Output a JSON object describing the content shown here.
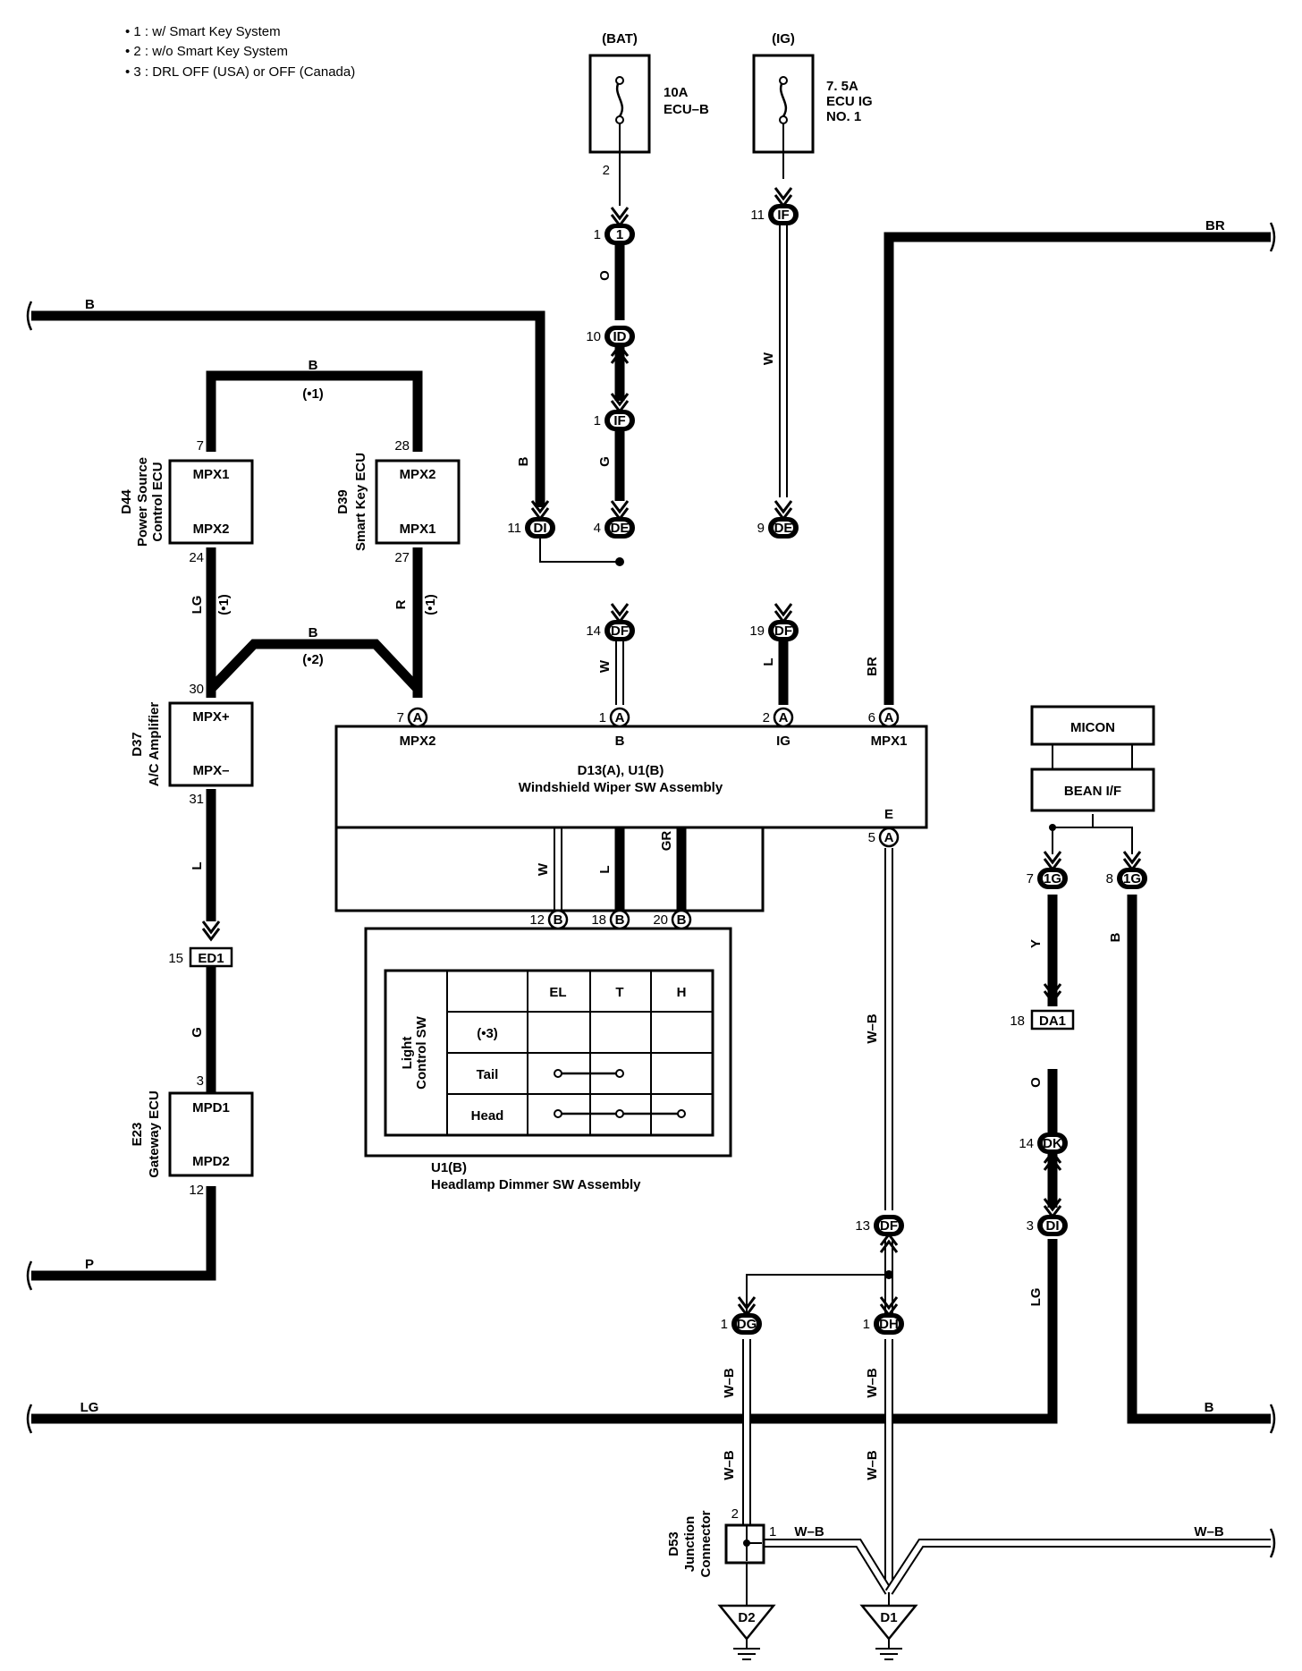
{
  "notes": [
    "• 1 : w/ Smart Key System",
    "• 2 : w/o Smart Key System",
    "• 3 : DRL OFF (USA) or OFF (Canada)"
  ],
  "fuses": {
    "bat": {
      "header": "(BAT)",
      "rating": "10A",
      "name": "ECU–B",
      "pin": "2"
    },
    "ig": {
      "header": "(IG)",
      "rating": "7. 5A",
      "name1": "ECU IG",
      "name2": "NO. 1"
    }
  },
  "ecus": {
    "d44": {
      "id": "D44",
      "name1": "Power Source",
      "name2": "Control ECU",
      "pin_top": "MPX1",
      "pin_bot": "MPX2",
      "num_top": "7",
      "num_bot": "24"
    },
    "d39": {
      "id": "D39",
      "name": "Smart Key ECU",
      "pin_top": "MPX2",
      "pin_bot": "MPX1",
      "num_top": "28",
      "num_bot": "27"
    },
    "d37": {
      "id": "D37",
      "name": "A/C Amplifier",
      "pin_top": "MPX+",
      "pin_bot": "MPX–",
      "num_top": "30",
      "num_bot": "31"
    },
    "e23": {
      "id": "E23",
      "name": "Gateway ECU",
      "pin_top": "MPD1",
      "pin_bot": "MPD2",
      "num_top": "3",
      "num_bot": "12"
    }
  },
  "wiper": {
    "title1": "D13(A), U1(B)",
    "title2": "Windshield Wiper SW Assembly",
    "pins": [
      "MPX2",
      "B",
      "IG",
      "MPX1",
      "E"
    ]
  },
  "dimmer": {
    "title1": "U1(B)",
    "title2": "Headlamp Dimmer SW Assembly",
    "switch_label1": "Light",
    "switch_label2": "Control SW",
    "columns": [
      "EL",
      "T",
      "H"
    ],
    "rows": [
      "(•3)",
      "Tail",
      "Head"
    ]
  },
  "micon": {
    "label": "MICON",
    "bean": "BEAN I/F"
  },
  "junction": {
    "id": "D53",
    "name1": "Junction",
    "name2": "Connector",
    "pin_top": "2",
    "pin_right": "1"
  },
  "grounds": [
    "D2",
    "D1"
  ],
  "wire_colors": {
    "b": "B",
    "br": "BR",
    "o": "O",
    "g": "G",
    "w": "W",
    "l": "L",
    "lg": "LG",
    "r": "R",
    "gr": "GR",
    "wb": "W–B",
    "y": "Y",
    "p": "P"
  },
  "options": {
    "opt1": "(•1)",
    "opt2": "(•2)"
  },
  "connectors": [
    {
      "num": "1",
      "code": "1"
    },
    {
      "num": "10",
      "code": "ID"
    },
    {
      "num": "1",
      "code": "IF"
    },
    {
      "num": "4",
      "code": "DE"
    },
    {
      "num": "11",
      "code": "DI"
    },
    {
      "num": "14",
      "code": "DF"
    },
    {
      "num": "11",
      "code": "IF"
    },
    {
      "num": "9",
      "code": "DE"
    },
    {
      "num": "19",
      "code": "DF"
    },
    {
      "num": "7",
      "code": "A"
    },
    {
      "num": "1",
      "code": "A"
    },
    {
      "num": "2",
      "code": "A"
    },
    {
      "num": "6",
      "code": "A"
    },
    {
      "num": "5",
      "code": "A"
    },
    {
      "num": "12",
      "code": "B"
    },
    {
      "num": "18",
      "code": "B"
    },
    {
      "num": "20",
      "code": "B"
    },
    {
      "num": "7",
      "code": "1G"
    },
    {
      "num": "8",
      "code": "1G"
    },
    {
      "num": "14",
      "code": "DK"
    },
    {
      "num": "3",
      "code": "DI"
    },
    {
      "num": "13",
      "code": "DF"
    },
    {
      "num": "1",
      "code": "DG"
    },
    {
      "num": "1",
      "code": "DH"
    }
  ],
  "inline_connectors": [
    {
      "num": "15",
      "code": "ED1"
    },
    {
      "num": "18",
      "code": "DA1"
    }
  ]
}
